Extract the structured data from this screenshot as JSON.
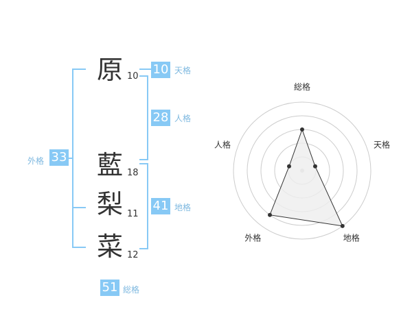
{
  "name": {
    "chars": [
      {
        "kanji": "原",
        "strokes": "10"
      },
      {
        "kanji": "藍",
        "strokes": "18"
      },
      {
        "kanji": "梨",
        "strokes": "11"
      },
      {
        "kanji": "菜",
        "strokes": "12"
      }
    ]
  },
  "fortune": {
    "tenkaku": {
      "value": "10",
      "label": "天格"
    },
    "jinkaku": {
      "value": "28",
      "label": "人格"
    },
    "chikaku": {
      "value": "41",
      "label": "地格"
    },
    "gaikaku": {
      "value": "33",
      "label": "外格"
    },
    "soukaku": {
      "value": "51",
      "label": "総格"
    }
  },
  "colors": {
    "accent": "#87c9f5",
    "label": "#7fb9e0",
    "text": "#333333",
    "grid": "#cccccc",
    "fill": "#eeeeee"
  },
  "chart_data": {
    "type": "radar",
    "axes": [
      "総格",
      "天格",
      "地格",
      "外格",
      "人格"
    ],
    "values": [
      3,
      1,
      5,
      4,
      1
    ],
    "rmax": 5,
    "rings": 5
  }
}
